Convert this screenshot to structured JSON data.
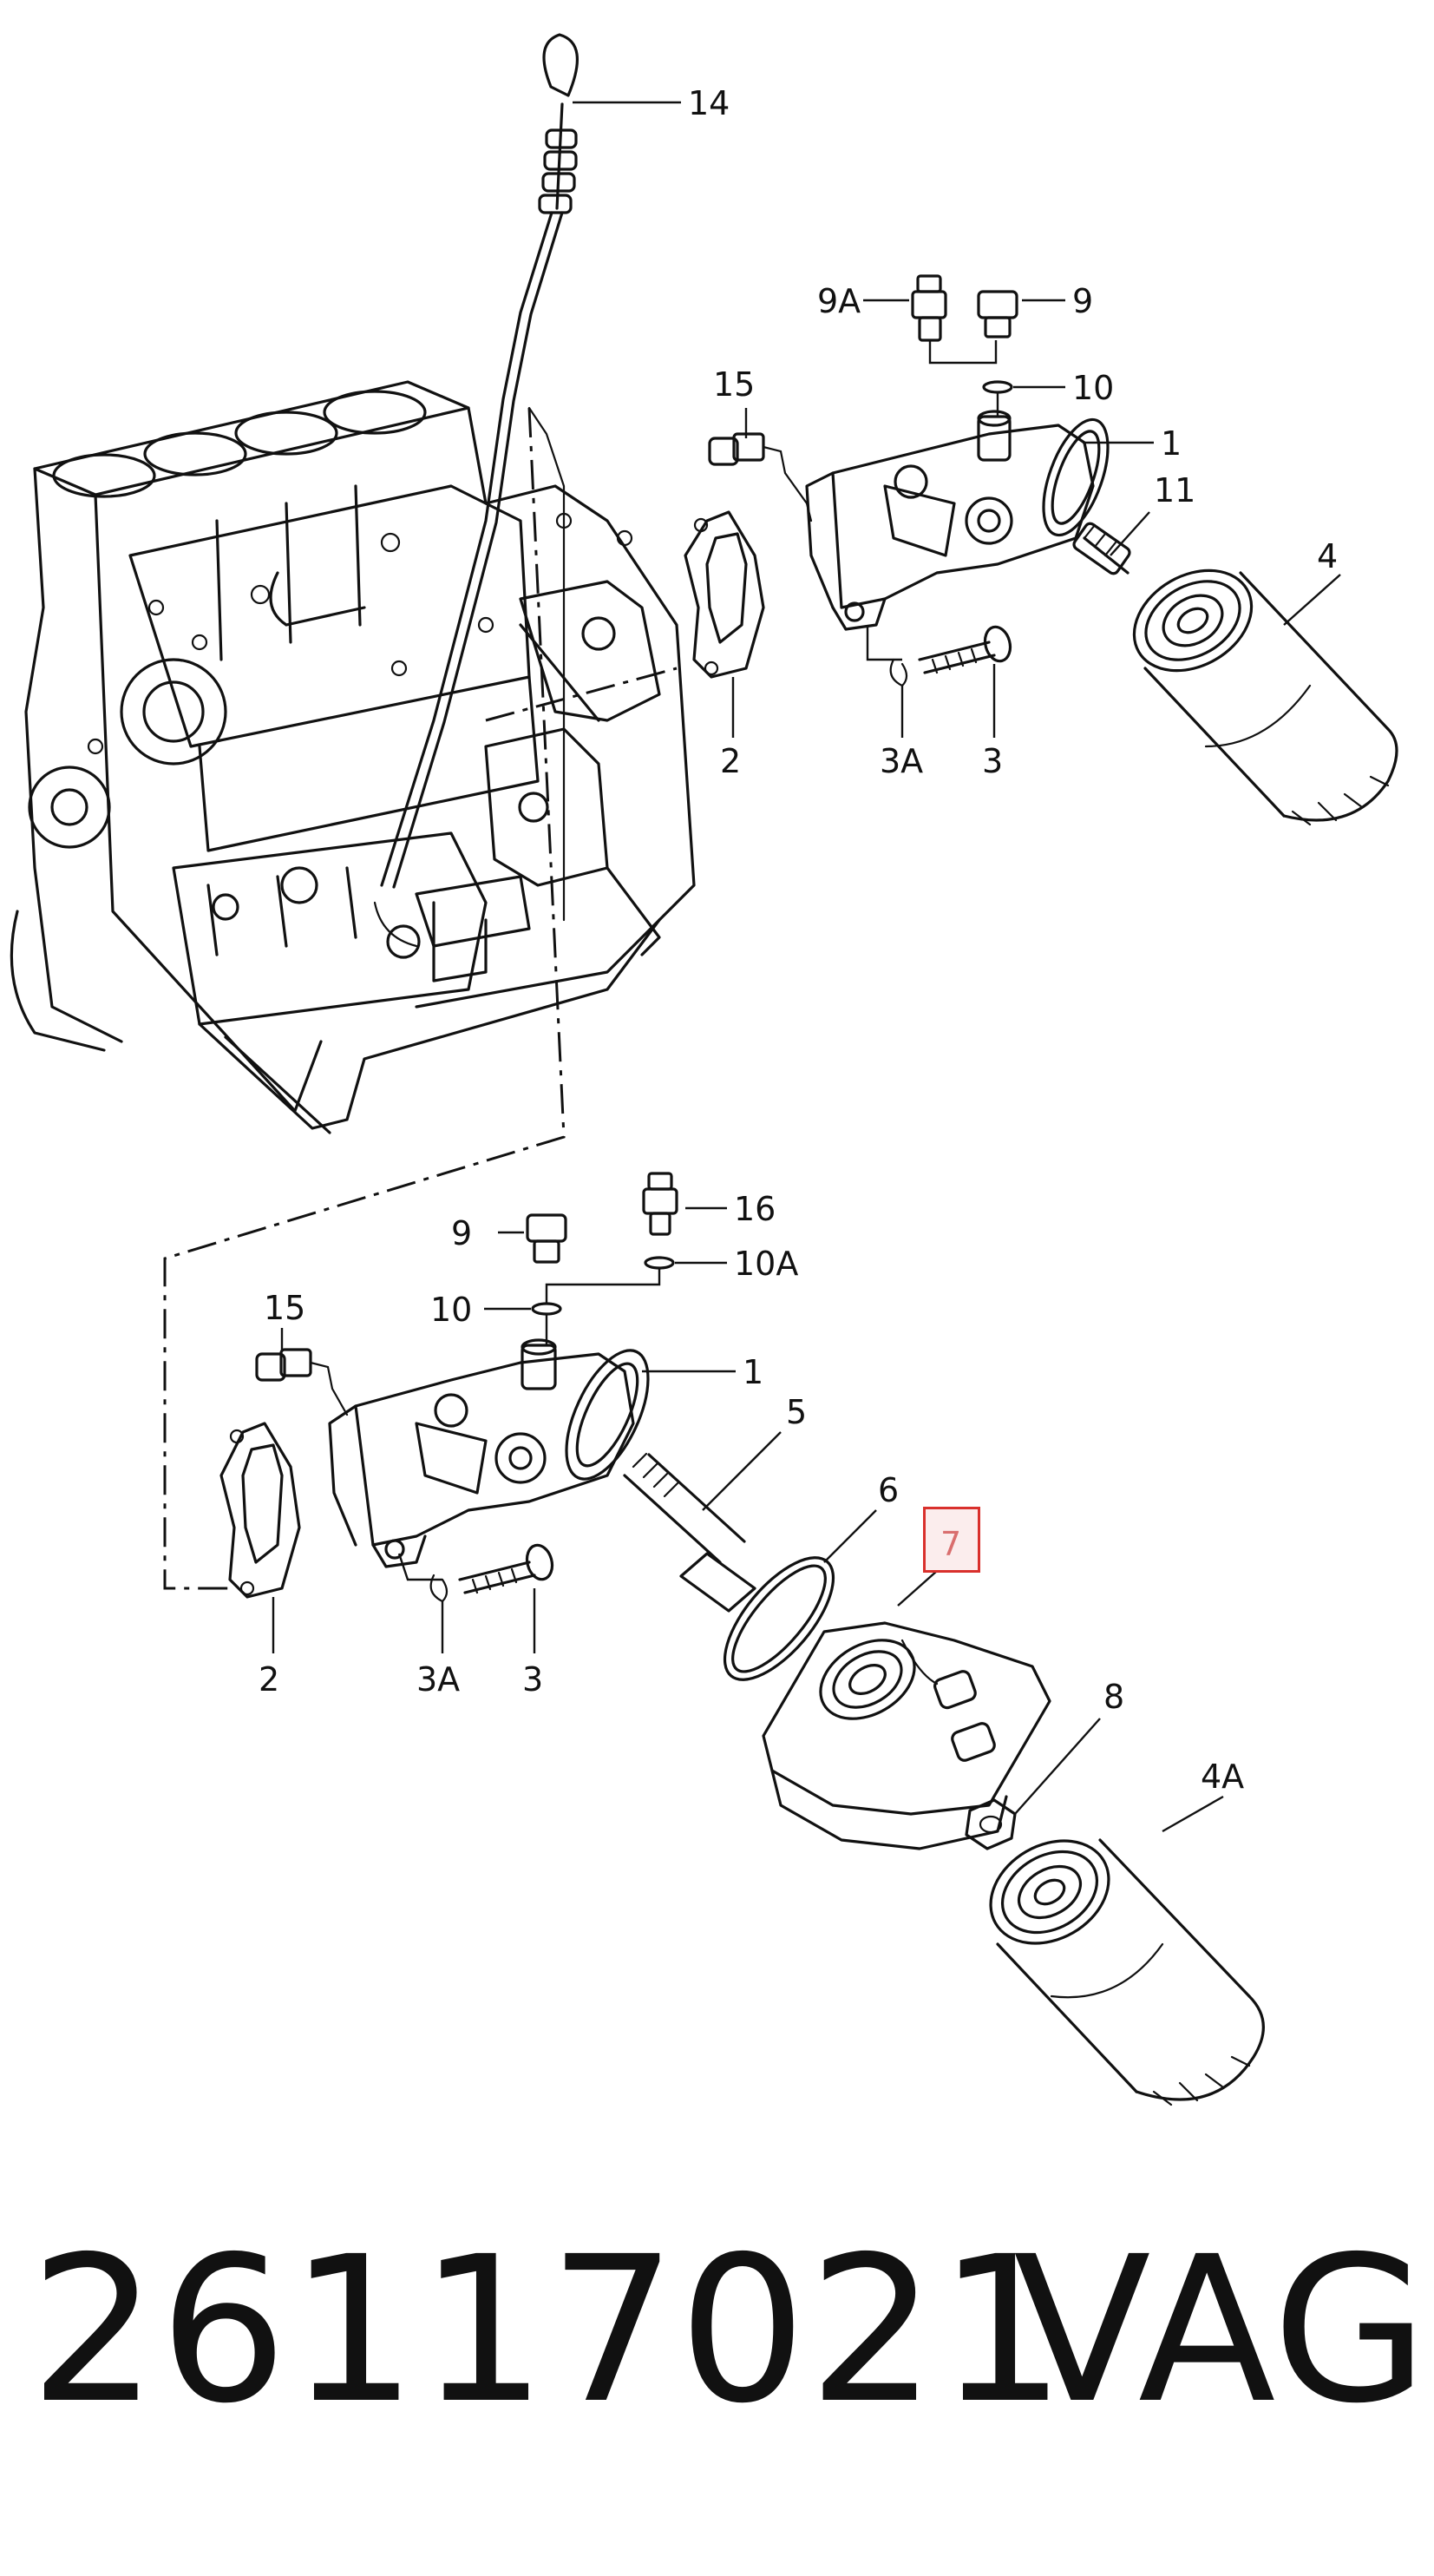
{
  "callouts": {
    "c14": "14",
    "c9a_top": "9A",
    "c9_top": "9",
    "c10_top": "10",
    "c1_top": "1",
    "c11": "11",
    "c4": "4",
    "c15_top": "15",
    "c2_top": "2",
    "c3a_top": "3A",
    "c3_top": "3",
    "c16": "16",
    "c9_bot": "9",
    "c10a": "10A",
    "c10_bot": "10",
    "c15_bot": "15",
    "c1_bot": "1",
    "c5": "5",
    "c6": "6",
    "c7": "7",
    "c8": "8",
    "c4a": "4A",
    "c2_bot": "2",
    "c3a_bot": "3A",
    "c3_bot": "3"
  },
  "footer": {
    "part_number": "26117021",
    "brand": "VAG"
  },
  "colors": {
    "highlight_border": "#d9302c",
    "highlight_text": "#d0504f"
  }
}
